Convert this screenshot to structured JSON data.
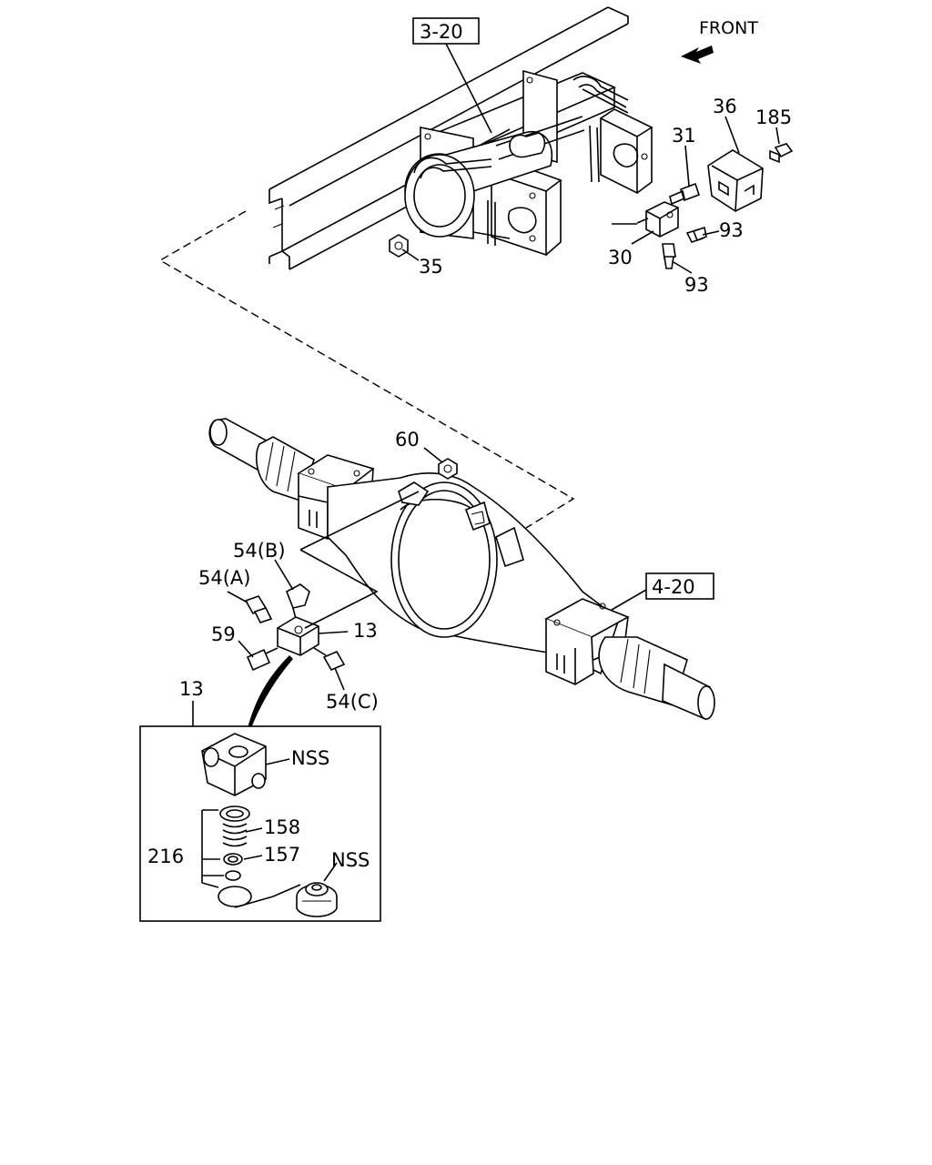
{
  "direction_label": "FRONT",
  "refs": {
    "frame": "3-20",
    "axle": "4-20"
  },
  "callouts": {
    "p36": "36",
    "p185": "185",
    "p31": "31",
    "p93a": "93",
    "p30": "30",
    "p93b": "93",
    "p35": "35",
    "p60": "60",
    "p54b": "54(B)",
    "p54a": "54(A)",
    "p13": "13",
    "p59": "59",
    "p54c": "54(C)",
    "p13_detail": "13",
    "nss_top": "NSS",
    "p158": "158",
    "p216": "216",
    "p157": "157",
    "nss_bottom": "NSS"
  }
}
